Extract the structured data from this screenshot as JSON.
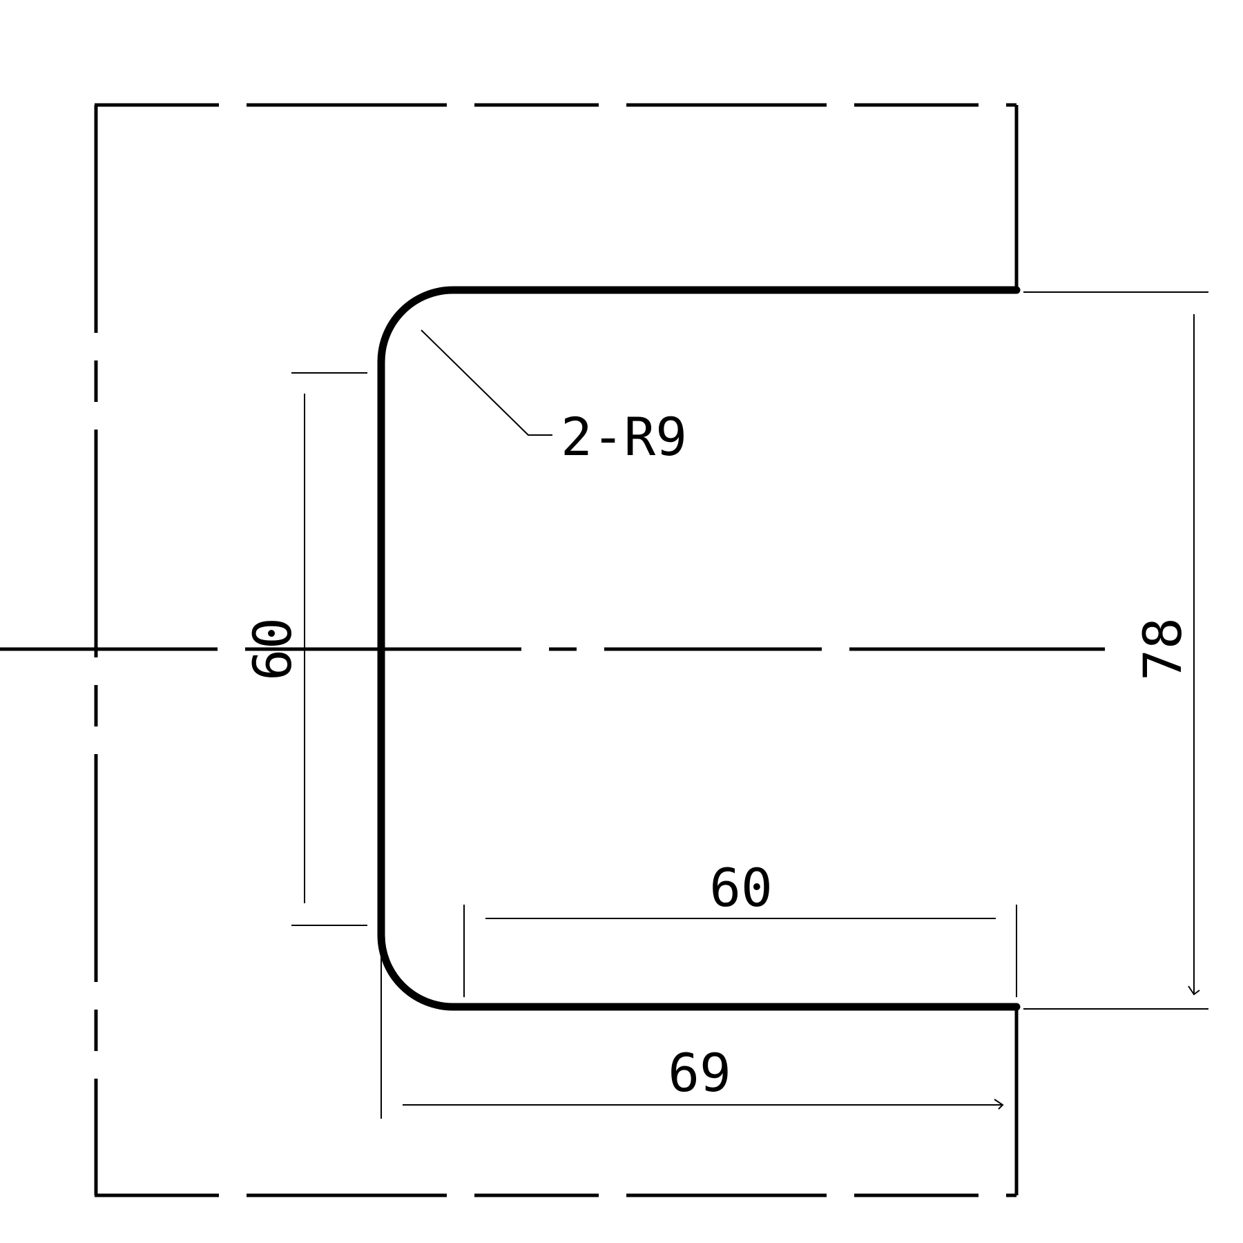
{
  "annotations": {
    "radius_label": "2-R9",
    "dim_inner_height": "60",
    "dim_outer_height": "78",
    "dim_flange_length": "60",
    "dim_overall_length": "69"
  }
}
